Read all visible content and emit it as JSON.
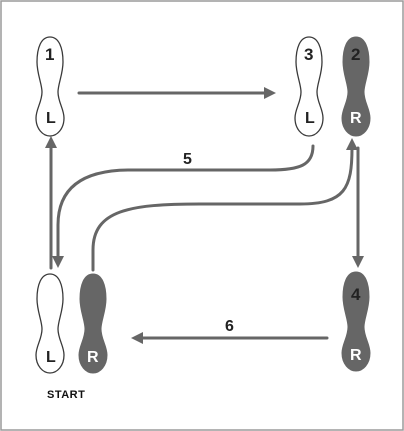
{
  "footprints": {
    "step1_left": {
      "number": "1",
      "side": "L"
    },
    "step2_right": {
      "number": "2",
      "side": "R"
    },
    "step3_left": {
      "number": "3",
      "side": "L"
    },
    "step4_right": {
      "number": "4",
      "side": "R"
    },
    "start_left": {
      "side": "L"
    },
    "start_right": {
      "side": "R"
    }
  },
  "path_labels": {
    "step5": "5",
    "step6": "6"
  },
  "start_label": "START",
  "colors": {
    "filled_foot": "#666666",
    "arrow": "#666666",
    "frame": "#9a9a9a"
  }
}
